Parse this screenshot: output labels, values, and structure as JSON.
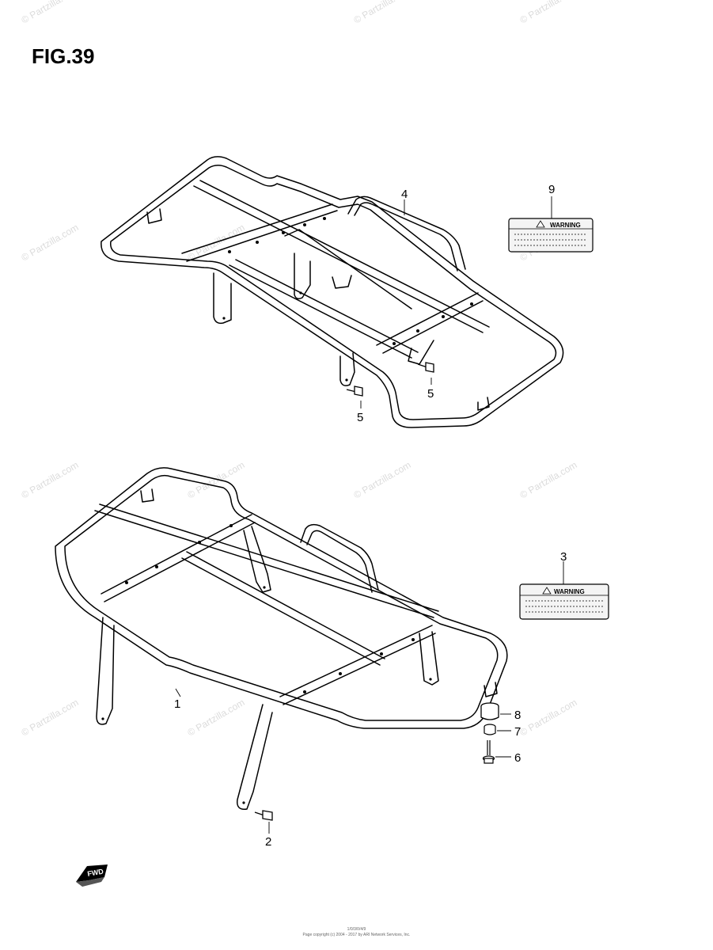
{
  "title": "FIG.39",
  "callouts": {
    "c1": "1",
    "c2": "2",
    "c3": "3",
    "c4": "4",
    "c5a": "5",
    "c5b": "5",
    "c6": "6",
    "c7": "7",
    "c8": "8",
    "c9": "9"
  },
  "labels": {
    "warning_top": "WARNING",
    "warning_bottom": "WARNING"
  },
  "fwd": "FWD",
  "watermark": "© Partzilla.com",
  "footer": {
    "code": "1/0/3/0/4/9",
    "copyright": "Page copyright (c) 2004 - 2017 by ARI Network Services, Inc."
  },
  "colors": {
    "line": "#000000",
    "watermark": "#dcdcdc",
    "label_fill": "#f4f4f4"
  }
}
